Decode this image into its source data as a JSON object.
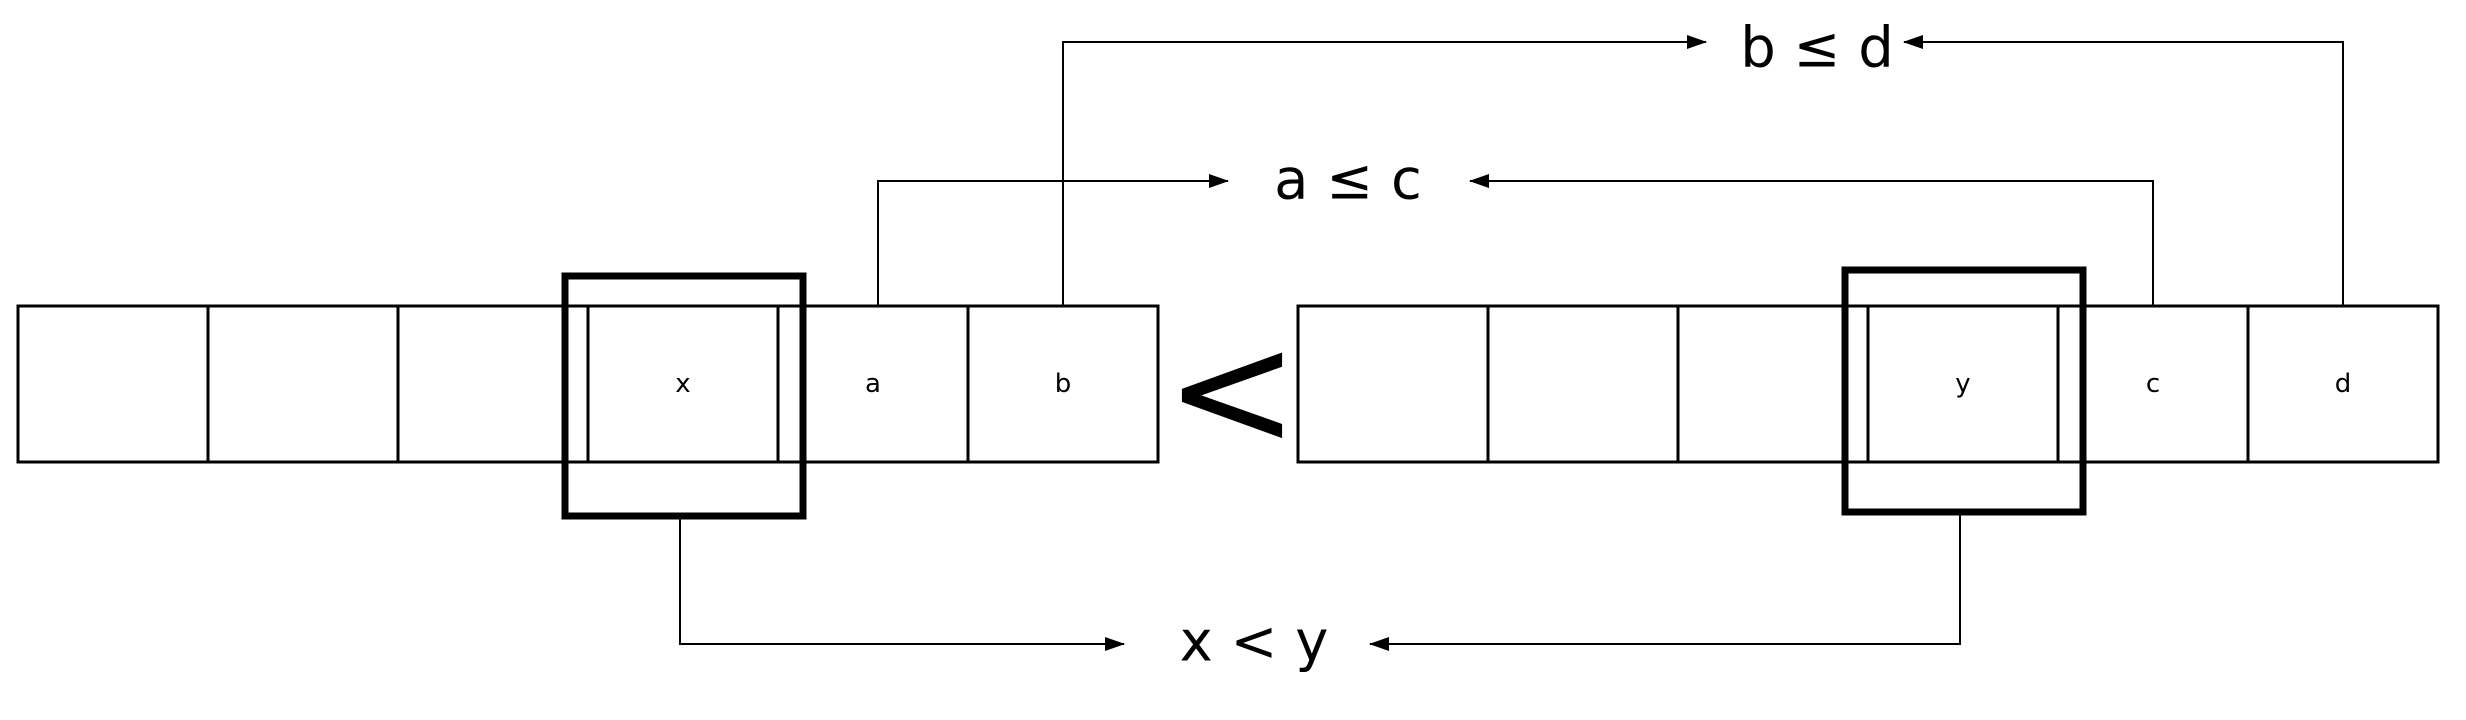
{
  "diagram": {
    "left_array": {
      "cells": [
        "",
        "",
        "",
        "x",
        "a",
        "b"
      ],
      "highlighted_cell": "x"
    },
    "right_array": {
      "cells": [
        "",
        "",
        "",
        "y",
        "c",
        "d"
      ],
      "highlighted_cell": "y"
    },
    "comparison_symbol": "<",
    "relations": {
      "top": "b ≤ d",
      "middle": "a ≤ c",
      "bottom": "x < y"
    },
    "colors": {
      "stroke": "#000000",
      "background": "#ffffff"
    }
  }
}
